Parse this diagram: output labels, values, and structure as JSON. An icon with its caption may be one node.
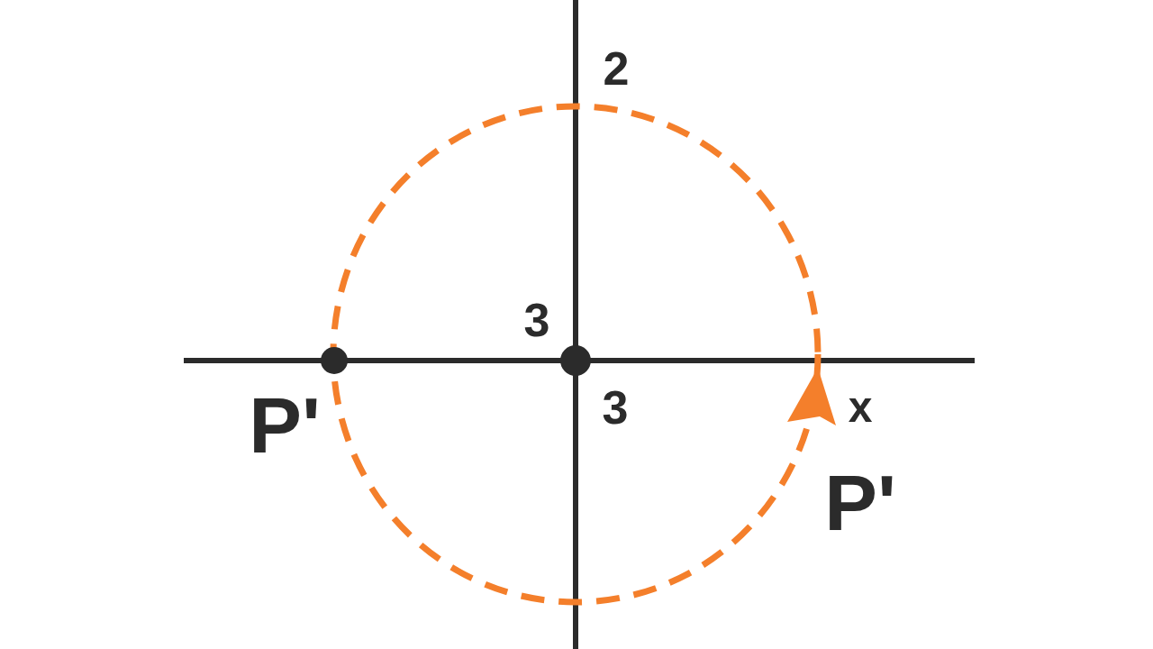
{
  "diagram": {
    "labels": [
      "2",
      "3",
      "3",
      "x",
      "P'",
      "P'"
    ]
  }
}
